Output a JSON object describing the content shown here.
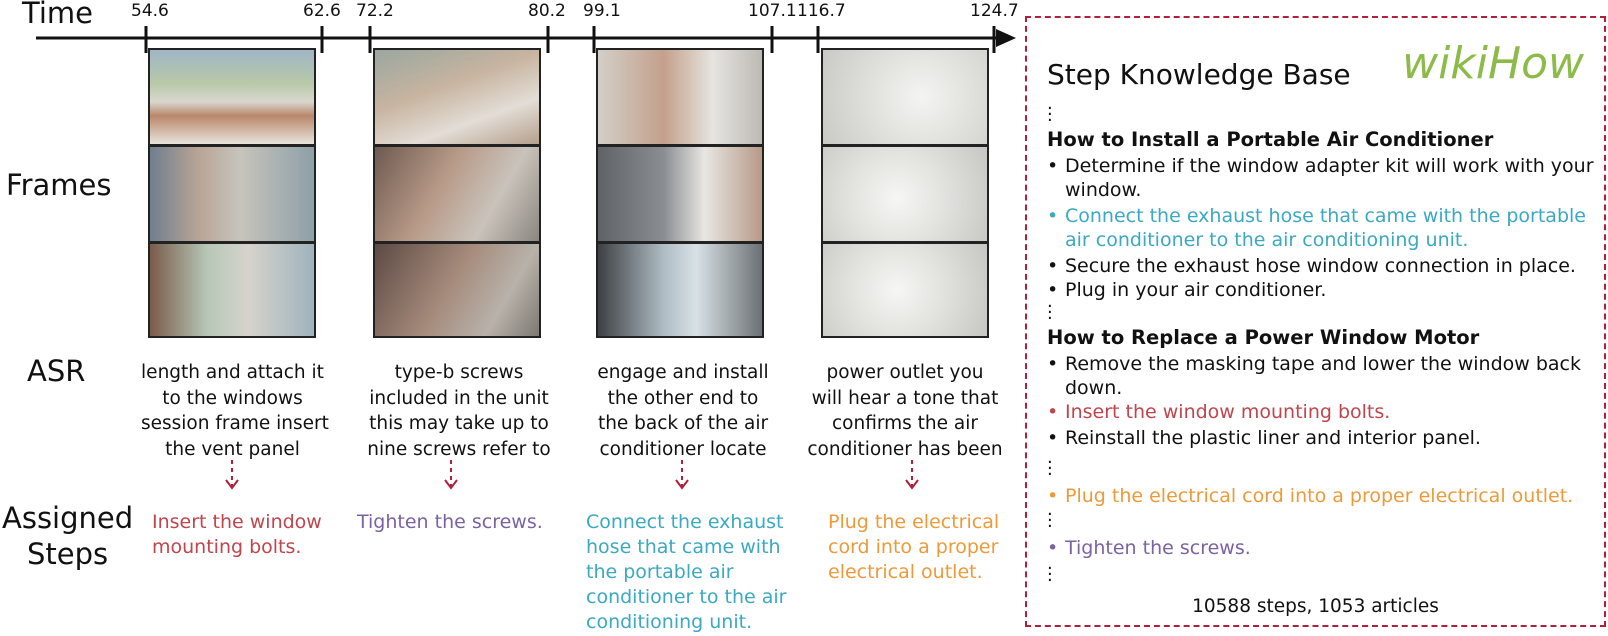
{
  "row_labels": {
    "time": "Time",
    "frames": "Frames",
    "asr": "ASR",
    "assigned_steps_line1": "Assigned",
    "assigned_steps_line2": "Steps"
  },
  "ticks": [
    "54.6",
    "62.6",
    "72.2",
    "80.2",
    "99.1",
    "107.1",
    "116.7",
    "124.7"
  ],
  "asr": [
    {
      "lines": [
        "length and attach it",
        "to the windows",
        "session frame insert",
        "the vent panel"
      ]
    },
    {
      "lines": [
        "type-b screws",
        "included in the unit",
        "this may take up to",
        "nine screws refer to"
      ]
    },
    {
      "lines": [
        "engage and install",
        "the other end to",
        "the back of the air",
        "conditioner locate"
      ]
    },
    {
      "lines": [
        "power outlet you",
        "will hear a tone that",
        "confirms the air",
        "conditioner has been"
      ]
    }
  ],
  "assigned_steps": [
    {
      "lines": [
        "Insert the window",
        "mounting bolts."
      ],
      "color": "#c0454d"
    },
    {
      "lines": [
        "Tighten the screws."
      ],
      "color": "#7b62a3"
    },
    {
      "lines": [
        "Connect the exhaust",
        "hose that came with",
        "the portable air",
        "conditioner to the air",
        "conditioning unit."
      ],
      "color": "#3aa9c1"
    },
    {
      "lines": [
        "Plug the electrical",
        "cord into a proper",
        "electrical outlet."
      ],
      "color": "#ee9a3a"
    }
  ],
  "knowledge_base": {
    "title": "Step Knowledge Base",
    "brand": "wikiHow",
    "article1": {
      "heading": "How to Install a Portable Air Conditioner",
      "steps": [
        {
          "text": "Determine if the window adapter kit will work with your window.",
          "color": "#111111"
        },
        {
          "text": "Connect the exhaust hose that came with the portable air conditioner to the air conditioning unit.",
          "color": "#3aa9c1"
        },
        {
          "text": "Secure the exhaust hose window connection in place.",
          "color": "#111111"
        },
        {
          "text": "Plug in your air conditioner.",
          "color": "#111111"
        }
      ]
    },
    "article2": {
      "heading": "How to Replace a Power Window Motor",
      "steps": [
        {
          "text": "Remove the masking tape and lower the window back down.",
          "color": "#111111"
        },
        {
          "text": "Insert the window mounting bolts.",
          "color": "#c0454d"
        },
        {
          "text": "Reinstall the plastic liner and interior panel.",
          "color": "#111111"
        }
      ]
    },
    "extra_steps": [
      {
        "text": "Plug the electrical cord into a proper electrical outlet.",
        "color": "#ee9a3a"
      },
      {
        "text": "Tighten the screws.",
        "color": "#7b62a3"
      }
    ],
    "footer": "10588 steps, 1053 articles"
  },
  "colors": {
    "kb_border": "#b0203a",
    "arrow": "#b0203a",
    "brand": "#8dbb4a"
  }
}
